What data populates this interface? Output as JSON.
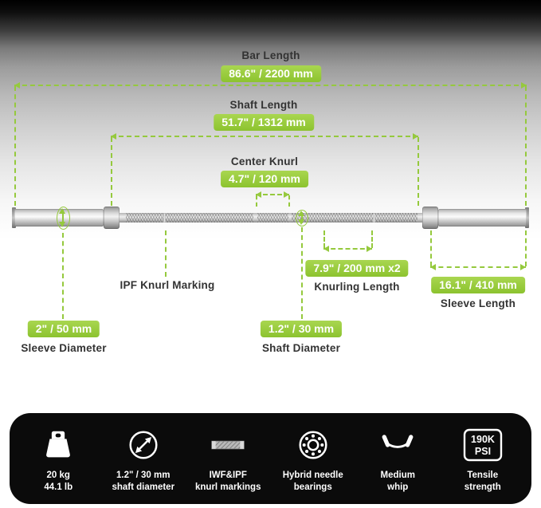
{
  "colors": {
    "accent": "#95c93d",
    "panel": "#0b0b0b"
  },
  "annotations": {
    "bar_length": {
      "label": "Bar Length",
      "value": "86.6\" / 2200 mm"
    },
    "shaft_length": {
      "label": "Shaft Length",
      "value": "51.7\" / 1312 mm"
    },
    "center_knurl": {
      "label": "Center Knurl",
      "value": "4.7\" / 120 mm"
    },
    "knurling_length": {
      "label": "Knurling Length",
      "value": "7.9\" / 200 mm  x2"
    },
    "sleeve_length": {
      "label": "Sleeve Length",
      "value": "16.1\" / 410 mm"
    },
    "ipf_marking": {
      "label": "IPF Knurl Marking"
    },
    "sleeve_diameter": {
      "label": "Sleeve Diameter",
      "value": "2\" / 50 mm"
    },
    "shaft_diameter": {
      "label": "Shaft Diameter",
      "value": "1.2\" / 30 mm"
    }
  },
  "features": [
    {
      "icon": "weight-icon",
      "line1": "20 kg",
      "line2": "44.1 lb"
    },
    {
      "icon": "shaft-diameter-icon",
      "line1": "1.2\" / 30 mm",
      "line2": "shaft diameter"
    },
    {
      "icon": "knurl-markings-icon",
      "line1": "IWF&IPF",
      "line2": "knurl markings"
    },
    {
      "icon": "bearings-icon",
      "line1": "Hybrid needle",
      "line2": "bearings"
    },
    {
      "icon": "whip-icon",
      "line1": "Medium",
      "line2": "whip"
    },
    {
      "icon": "psi-badge-icon",
      "badge_line1": "190K",
      "badge_line2": "PSI",
      "line1": "Tensile",
      "line2": "strength"
    }
  ]
}
